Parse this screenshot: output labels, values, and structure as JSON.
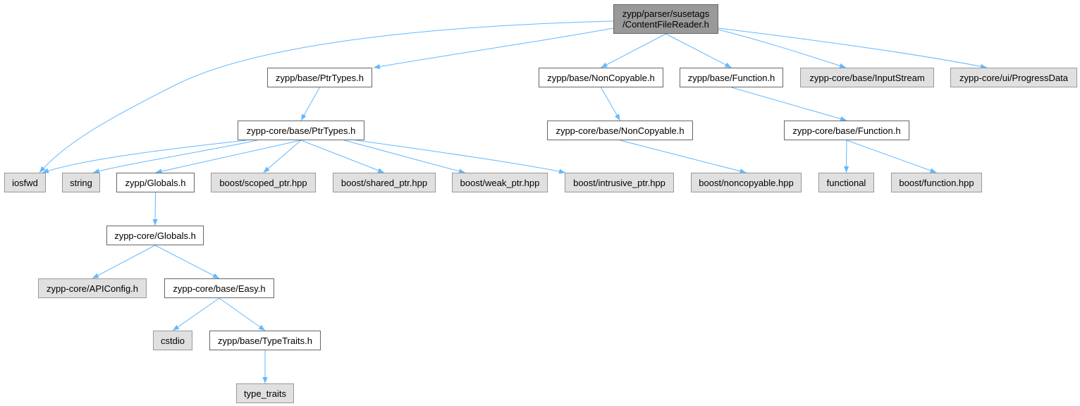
{
  "colors": {
    "edge": "#63b8ff",
    "root_fill": "#999999",
    "local_fill": "#ffffff",
    "system_fill": "#e0e0e0",
    "border": "#666666"
  },
  "nodes": [
    {
      "id": "root",
      "kind": "root",
      "lines": [
        "zypp/parser/susetags",
        "/ContentFileReader.h"
      ]
    },
    {
      "id": "zypp-base-ptrtypes",
      "kind": "local",
      "lines": [
        "zypp/base/PtrTypes.h"
      ]
    },
    {
      "id": "zypp-base-noncopyable",
      "kind": "local",
      "lines": [
        "zypp/base/NonCopyable.h"
      ]
    },
    {
      "id": "zypp-base-function",
      "kind": "local",
      "lines": [
        "zypp/base/Function.h"
      ]
    },
    {
      "id": "zypp-core-base-inputstream",
      "kind": "system",
      "lines": [
        "zypp-core/base/InputStream"
      ]
    },
    {
      "id": "zypp-core-ui-progressdata",
      "kind": "system",
      "lines": [
        "zypp-core/ui/ProgressData"
      ]
    },
    {
      "id": "zypp-core-base-ptrtypes",
      "kind": "local",
      "lines": [
        "zypp-core/base/PtrTypes.h"
      ]
    },
    {
      "id": "zypp-core-base-noncopyable",
      "kind": "local",
      "lines": [
        "zypp-core/base/NonCopyable.h"
      ]
    },
    {
      "id": "zypp-core-base-function",
      "kind": "local",
      "lines": [
        "zypp-core/base/Function.h"
      ]
    },
    {
      "id": "iosfwd",
      "kind": "system",
      "lines": [
        "iosfwd"
      ]
    },
    {
      "id": "string",
      "kind": "system",
      "lines": [
        "string"
      ]
    },
    {
      "id": "zypp-globals",
      "kind": "local",
      "lines": [
        "zypp/Globals.h"
      ]
    },
    {
      "id": "boost-scoped-ptr",
      "kind": "system",
      "lines": [
        "boost/scoped_ptr.hpp"
      ]
    },
    {
      "id": "boost-shared-ptr",
      "kind": "system",
      "lines": [
        "boost/shared_ptr.hpp"
      ]
    },
    {
      "id": "boost-weak-ptr",
      "kind": "system",
      "lines": [
        "boost/weak_ptr.hpp"
      ]
    },
    {
      "id": "boost-intrusive-ptr",
      "kind": "system",
      "lines": [
        "boost/intrusive_ptr.hpp"
      ]
    },
    {
      "id": "boost-noncopyable",
      "kind": "system",
      "lines": [
        "boost/noncopyable.hpp"
      ]
    },
    {
      "id": "functional",
      "kind": "system",
      "lines": [
        "functional"
      ]
    },
    {
      "id": "boost-function",
      "kind": "system",
      "lines": [
        "boost/function.hpp"
      ]
    },
    {
      "id": "zypp-core-globals",
      "kind": "local",
      "lines": [
        "zypp-core/Globals.h"
      ]
    },
    {
      "id": "zypp-core-apiconfig",
      "kind": "system",
      "lines": [
        "zypp-core/APIConfig.h"
      ]
    },
    {
      "id": "zypp-core-base-easy",
      "kind": "local",
      "lines": [
        "zypp-core/base/Easy.h"
      ]
    },
    {
      "id": "cstdio",
      "kind": "system",
      "lines": [
        "cstdio"
      ]
    },
    {
      "id": "zypp-base-typetraits",
      "kind": "local",
      "lines": [
        "zypp/base/TypeTraits.h"
      ]
    },
    {
      "id": "type-traits",
      "kind": "system",
      "lines": [
        "type_traits"
      ]
    }
  ],
  "edges": [
    [
      "root",
      "iosfwd"
    ],
    [
      "root",
      "zypp-base-ptrtypes"
    ],
    [
      "root",
      "zypp-base-noncopyable"
    ],
    [
      "root",
      "zypp-base-function"
    ],
    [
      "root",
      "zypp-core-base-inputstream"
    ],
    [
      "root",
      "zypp-core-ui-progressdata"
    ],
    [
      "zypp-base-ptrtypes",
      "zypp-core-base-ptrtypes"
    ],
    [
      "zypp-base-noncopyable",
      "zypp-core-base-noncopyable"
    ],
    [
      "zypp-base-function",
      "zypp-core-base-function"
    ],
    [
      "zypp-core-base-ptrtypes",
      "iosfwd"
    ],
    [
      "zypp-core-base-ptrtypes",
      "string"
    ],
    [
      "zypp-core-base-ptrtypes",
      "zypp-globals"
    ],
    [
      "zypp-core-base-ptrtypes",
      "boost-scoped-ptr"
    ],
    [
      "zypp-core-base-ptrtypes",
      "boost-shared-ptr"
    ],
    [
      "zypp-core-base-ptrtypes",
      "boost-weak-ptr"
    ],
    [
      "zypp-core-base-ptrtypes",
      "boost-intrusive-ptr"
    ],
    [
      "zypp-core-base-noncopyable",
      "boost-noncopyable"
    ],
    [
      "zypp-core-base-function",
      "functional"
    ],
    [
      "zypp-core-base-function",
      "boost-function"
    ],
    [
      "zypp-globals",
      "zypp-core-globals"
    ],
    [
      "zypp-core-globals",
      "zypp-core-apiconfig"
    ],
    [
      "zypp-core-globals",
      "zypp-core-base-easy"
    ],
    [
      "zypp-core-base-easy",
      "cstdio"
    ],
    [
      "zypp-core-base-easy",
      "zypp-base-typetraits"
    ],
    [
      "zypp-base-typetraits",
      "type-traits"
    ]
  ]
}
